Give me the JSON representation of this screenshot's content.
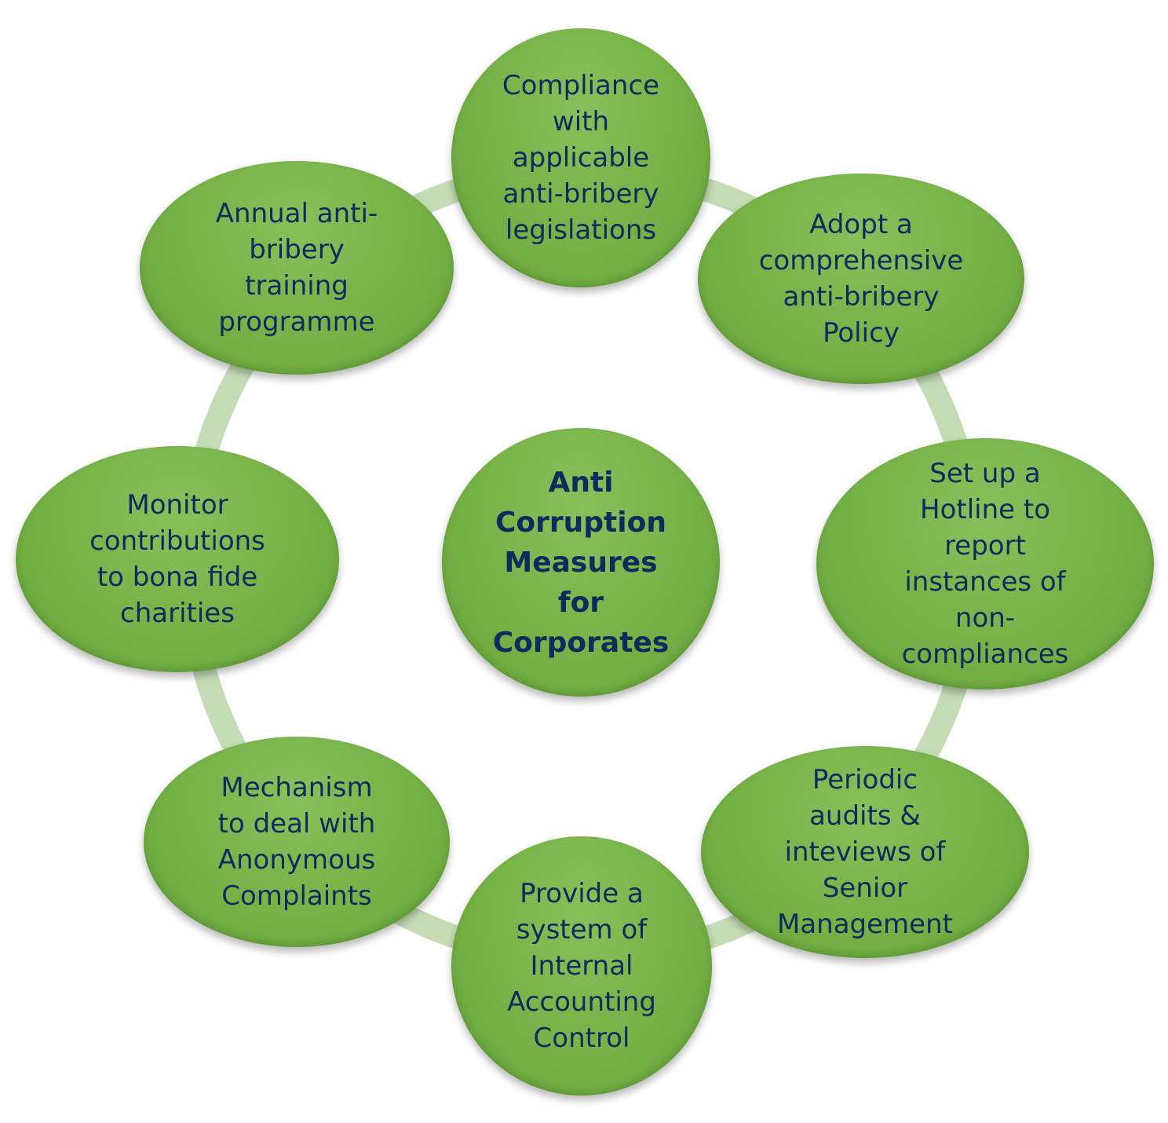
{
  "center": {
    "label": "Anti\nCorruption\nMeasures\nfor\nCorporates"
  },
  "nodes": [
    {
      "label": "Compliance\nwith\napplicable\nanti-bribery\nlegislations"
    },
    {
      "label": "Adopt a\ncomprehensive\nanti-bribery\nPolicy"
    },
    {
      "label": "Set up a\nHotline to\nreport\ninstances of\nnon-\ncompliances"
    },
    {
      "label": "Periodic\naudits &\ninteviews of\nSenior\nManagement"
    },
    {
      "label": "Provide a\nsystem of\nInternal\nAccounting\nControl"
    },
    {
      "label": "Mechanism\nto deal with\nAnonymous\nComplaints"
    },
    {
      "label": "Monitor\ncontributions\nto bona fide\ncharities"
    },
    {
      "label": "Annual anti-\nbribery\ntraining\nprogramme"
    }
  ],
  "colors": {
    "node_fill": "#76b247",
    "ring": "#c4dcb5",
    "text": "#0f2a5c"
  }
}
